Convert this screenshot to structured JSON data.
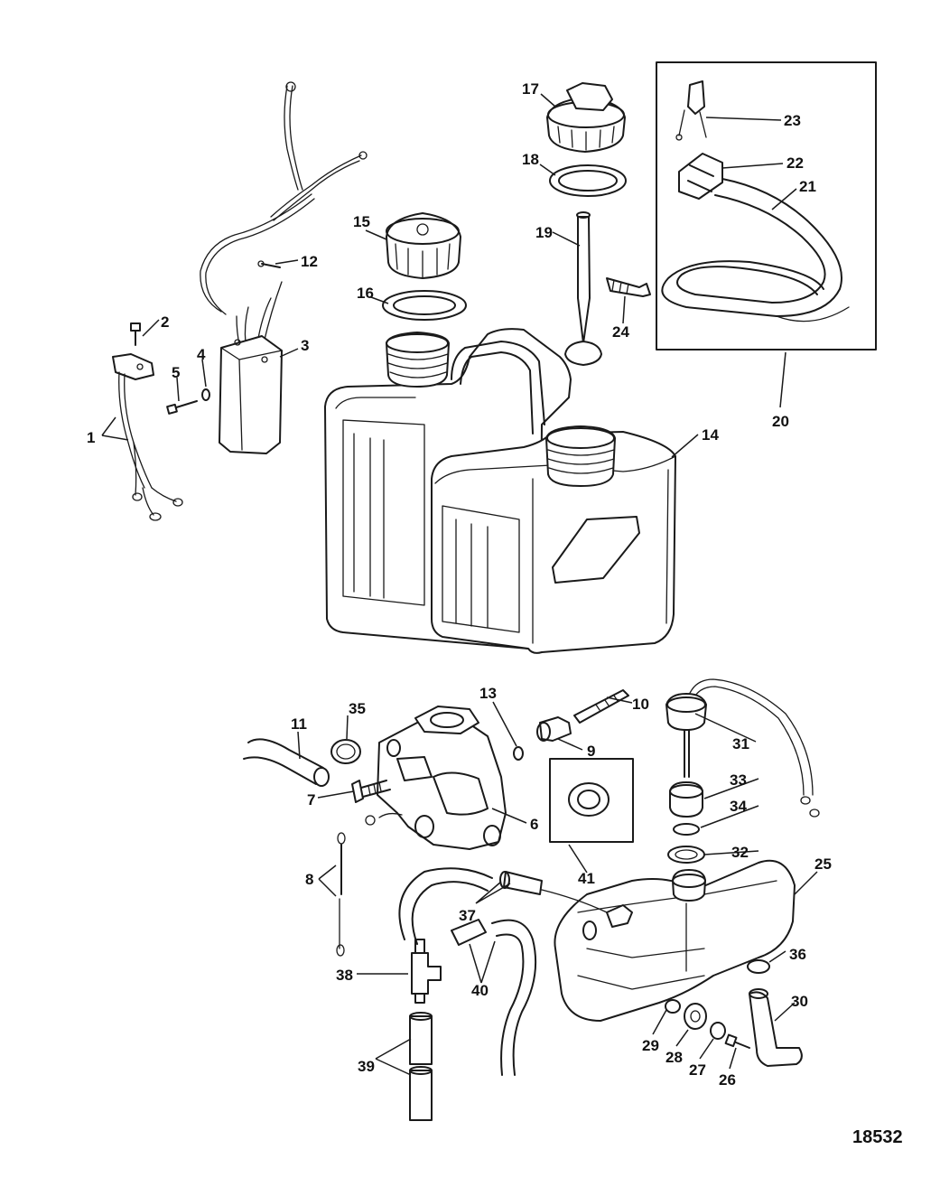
{
  "figure_number": "18532",
  "callouts": [
    {
      "n": "1"
    },
    {
      "n": "2"
    },
    {
      "n": "3"
    },
    {
      "n": "4"
    },
    {
      "n": "5"
    },
    {
      "n": "6"
    },
    {
      "n": "7"
    },
    {
      "n": "8"
    },
    {
      "n": "9"
    },
    {
      "n": "10"
    },
    {
      "n": "11"
    },
    {
      "n": "12"
    },
    {
      "n": "13"
    },
    {
      "n": "14"
    },
    {
      "n": "15"
    },
    {
      "n": "16"
    },
    {
      "n": "17"
    },
    {
      "n": "18"
    },
    {
      "n": "19"
    },
    {
      "n": "20"
    },
    {
      "n": "21"
    },
    {
      "n": "22"
    },
    {
      "n": "23"
    },
    {
      "n": "24"
    },
    {
      "n": "25"
    },
    {
      "n": "26"
    },
    {
      "n": "27"
    },
    {
      "n": "28"
    },
    {
      "n": "29"
    },
    {
      "n": "30"
    },
    {
      "n": "31"
    },
    {
      "n": "32"
    },
    {
      "n": "33"
    },
    {
      "n": "34"
    },
    {
      "n": "35"
    },
    {
      "n": "36"
    },
    {
      "n": "37"
    },
    {
      "n": "38"
    },
    {
      "n": "39"
    },
    {
      "n": "40"
    },
    {
      "n": "41"
    }
  ]
}
